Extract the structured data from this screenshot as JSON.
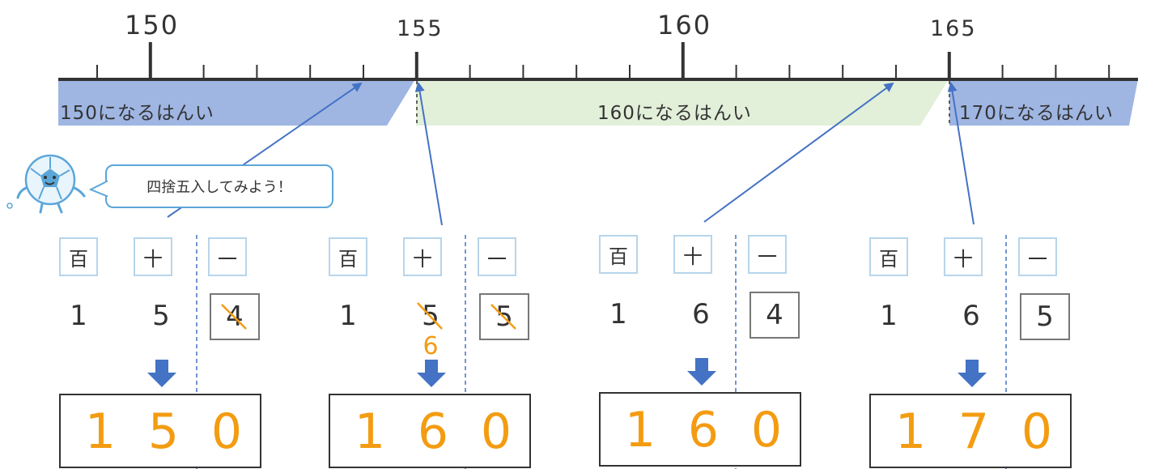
{
  "number_line": {
    "ticks": [
      {
        "value": "150",
        "major": true
      },
      {
        "value": "155",
        "major": false
      },
      {
        "value": "160",
        "major": true
      },
      {
        "value": "165",
        "major": false
      }
    ],
    "ranges": [
      {
        "label": "150になるはんい",
        "color": "#9fb6e3"
      },
      {
        "label": "160になるはんい",
        "color": "#e2efd9"
      },
      {
        "label": "170になるはんい",
        "color": "#9fb6e3"
      }
    ],
    "line_color": "#333333",
    "arrow_color": "#4472c4"
  },
  "mascot": {
    "icon": "soccer-ball-mascot-icon",
    "speech": "四捨五入してみよう！"
  },
  "place_headers": {
    "hundreds": "百",
    "tens": "十",
    "ones": "一"
  },
  "examples": [
    {
      "hundreds": "1",
      "tens": "5",
      "ones": "4",
      "tens_crossed": false,
      "ones_crossed": true,
      "carry": "",
      "result": [
        "1",
        "5",
        "0"
      ]
    },
    {
      "hundreds": "1",
      "tens": "5",
      "ones": "5",
      "tens_crossed": true,
      "ones_crossed": true,
      "carry": "6",
      "result": [
        "1",
        "6",
        "0"
      ]
    },
    {
      "hundreds": "1",
      "tens": "6",
      "ones": "4",
      "tens_crossed": false,
      "ones_crossed": false,
      "carry": "",
      "result": [
        "1",
        "6",
        "0"
      ]
    },
    {
      "hundreds": "1",
      "tens": "6",
      "ones": "5",
      "tens_crossed": false,
      "ones_crossed": false,
      "carry": "",
      "result": [
        "1",
        "7",
        "0"
      ]
    }
  ],
  "colors": {
    "accent_orange": "#f39c12",
    "header_border": "#b7d5eb",
    "bubble_border": "#5ba6d8",
    "dashed_line": "#4472c4"
  }
}
